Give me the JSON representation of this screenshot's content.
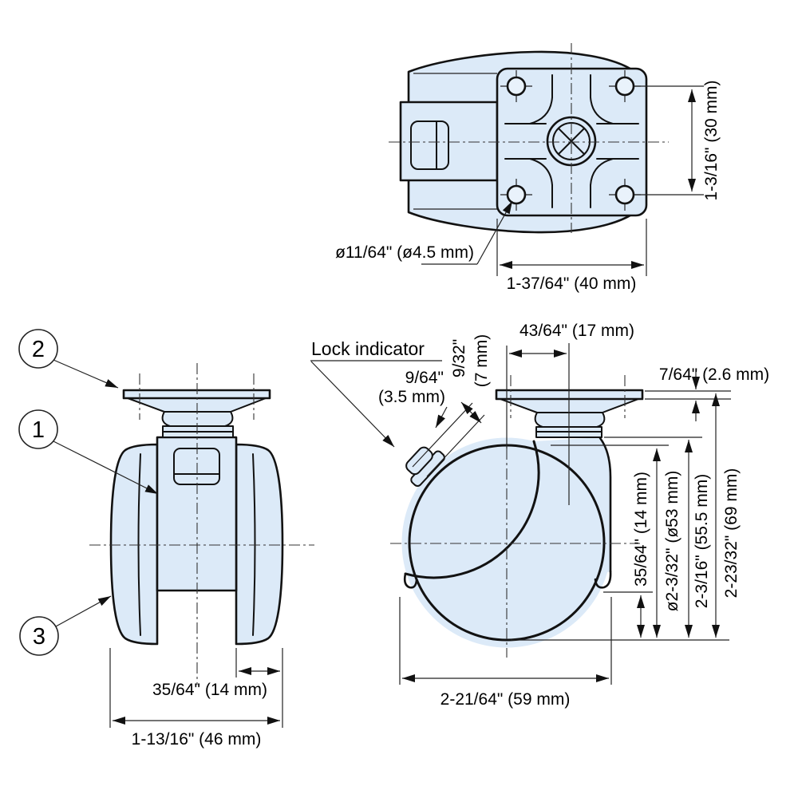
{
  "drawing_type": "caster-wheel-technical-drawing",
  "colors": {
    "part_fill": "#dceaf8",
    "line": "#121212",
    "background": "#ffffff"
  },
  "balloons": {
    "b1": "1",
    "b2": "2",
    "b3": "3"
  },
  "labels": {
    "lock_indicator": "Lock indicator"
  },
  "top_view": {
    "hole_diameter": "ø11/64\" (ø4.5 mm)",
    "hole_spacing_vertical": "1-3/16\" (30 mm)",
    "plate_width": "1-37/64\" (40 mm)"
  },
  "front_view": {
    "wheel_width": "35/64\" (14 mm)",
    "overall_width": "1-13/16\" (46 mm)"
  },
  "side_view": {
    "swivel_offset": "43/64\" (17 mm)",
    "plate_thickness": "7/64\" (2.6 mm)",
    "lock_protrusion_line1": "9/64\"",
    "lock_protrusion_line2": "(3.5 mm)",
    "lock_width_line1": "9/32\"",
    "lock_width_line2": "(7 mm)",
    "ground_clearance": "35/64\" (14 mm)",
    "wheel_diameter": "ø2-3/32\" (ø53 mm)",
    "body_height": "2-3/16\" (55.5 mm)",
    "overall_height": "2-23/32\" (69 mm)",
    "body_width": "2-21/64\" (59 mm)"
  }
}
